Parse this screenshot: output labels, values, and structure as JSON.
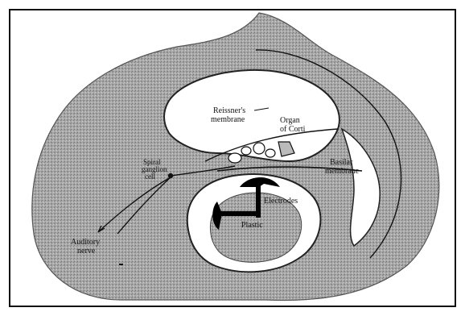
{
  "figure": {
    "labels": {
      "reissners_membrane_line1": "Reissner's",
      "reissners_membrane_line2": "membrane",
      "organ_of_corti_line1": "Organ",
      "organ_of_corti_line2": "of Corti",
      "spiral_ganglion_line1": "Spiral",
      "spiral_ganglion_line2": "ganglion",
      "spiral_ganglion_line3": "cell",
      "basilar_membrane_line1": "Basilar",
      "basilar_membrane_line2": "membrane",
      "electrodes": "Electrodes",
      "plastic": "Plastic",
      "auditory_nerve_line1": "Auditory",
      "auditory_nerve_line2": "nerve"
    },
    "colors": {
      "tissue": "#9a9a9a",
      "fluid_space": "#ffffff",
      "ink": "#111111",
      "electrode": "#000000"
    }
  }
}
